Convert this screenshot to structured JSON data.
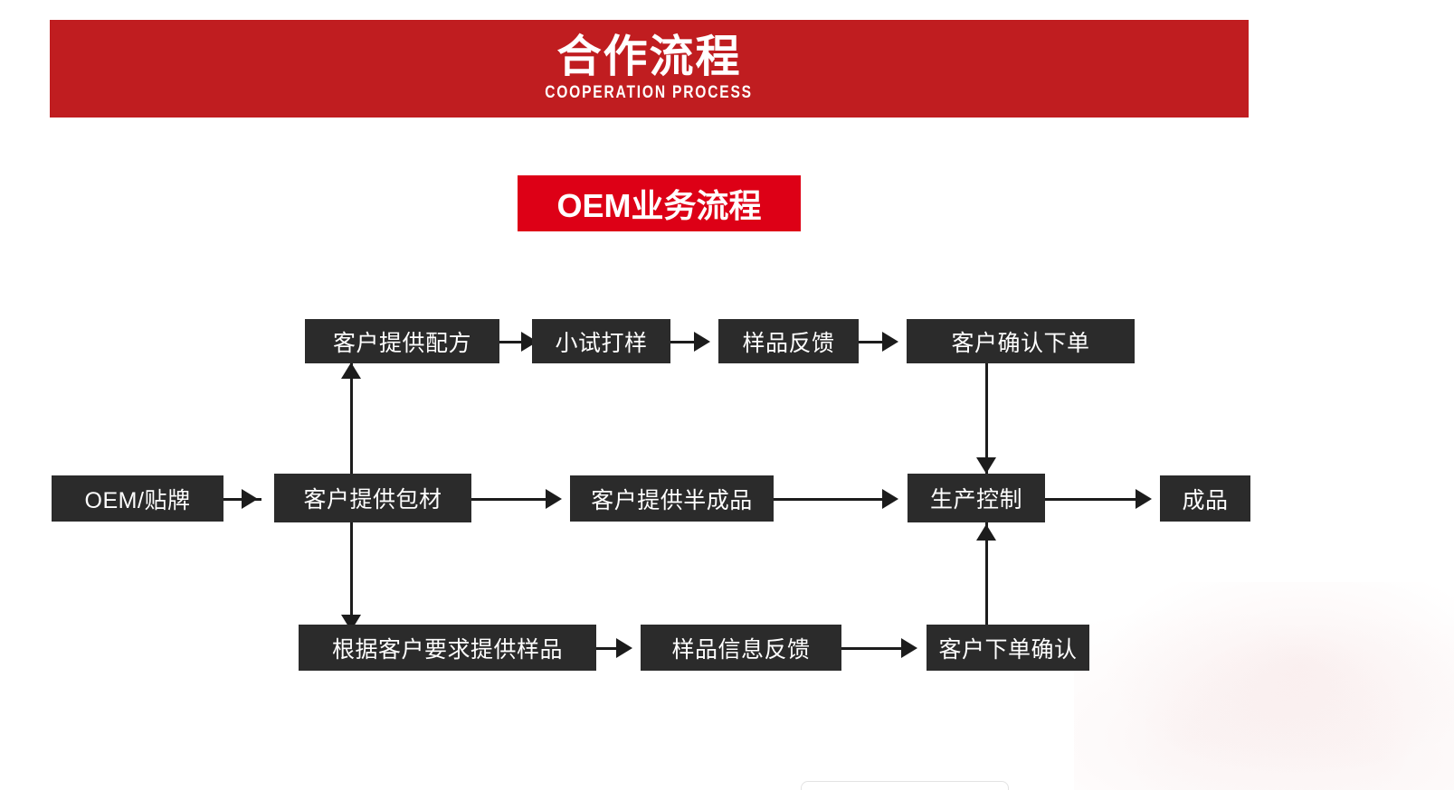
{
  "banner": {
    "title": "合作流程",
    "subtitle": "COOPERATION PROCESS",
    "background_color": "#c01d20",
    "text_color": "#ffffff"
  },
  "section": {
    "title": "OEM业务流程",
    "background_color": "#dd0016",
    "text_color": "#ffffff"
  },
  "flowchart": {
    "type": "process-flow",
    "node_color": "#2b2b2b",
    "node_text_color": "#ffffff",
    "connector_color": "#1c1c1c",
    "rows": {
      "top": [
        {
          "id": "n_formula",
          "label": "客户提供配方"
        },
        {
          "id": "n_trial",
          "label": "小试打样"
        },
        {
          "id": "n_sample_fb",
          "label": "样品反馈"
        },
        {
          "id": "n_confirm_order",
          "label": "客户确认下单"
        }
      ],
      "middle": [
        {
          "id": "n_oem",
          "label": "OEM/贴牌"
        },
        {
          "id": "n_packaging",
          "label": "客户提供包材"
        },
        {
          "id": "n_semifinished",
          "label": "客户提供半成品"
        },
        {
          "id": "n_production",
          "label": "生产控制"
        },
        {
          "id": "n_finished",
          "label": "成品"
        }
      ],
      "bottom": [
        {
          "id": "n_make_sample",
          "label": "根据客户要求提供样品"
        },
        {
          "id": "n_sample_info_fb",
          "label": "样品信息反馈"
        },
        {
          "id": "n_order_confirm",
          "label": "客户下单确认"
        }
      ]
    },
    "edges": [
      {
        "from": "n_formula",
        "to": "n_trial",
        "direction": "right"
      },
      {
        "from": "n_trial",
        "to": "n_sample_fb",
        "direction": "right"
      },
      {
        "from": "n_sample_fb",
        "to": "n_confirm_order",
        "direction": "right"
      },
      {
        "from": "n_oem",
        "to": "n_packaging",
        "direction": "right"
      },
      {
        "from": "n_packaging",
        "to": "n_semifinished",
        "direction": "right"
      },
      {
        "from": "n_semifinished",
        "to": "n_production",
        "direction": "right"
      },
      {
        "from": "n_production",
        "to": "n_finished",
        "direction": "right"
      },
      {
        "from": "n_make_sample",
        "to": "n_sample_info_fb",
        "direction": "right"
      },
      {
        "from": "n_sample_info_fb",
        "to": "n_order_confirm",
        "direction": "right"
      },
      {
        "from": "n_packaging",
        "to": "n_formula",
        "direction": "up"
      },
      {
        "from": "n_packaging",
        "to": "n_make_sample",
        "direction": "down"
      },
      {
        "from": "n_confirm_order",
        "to": "n_production",
        "direction": "down"
      },
      {
        "from": "n_order_confirm",
        "to": "n_production",
        "direction": "up"
      }
    ]
  }
}
